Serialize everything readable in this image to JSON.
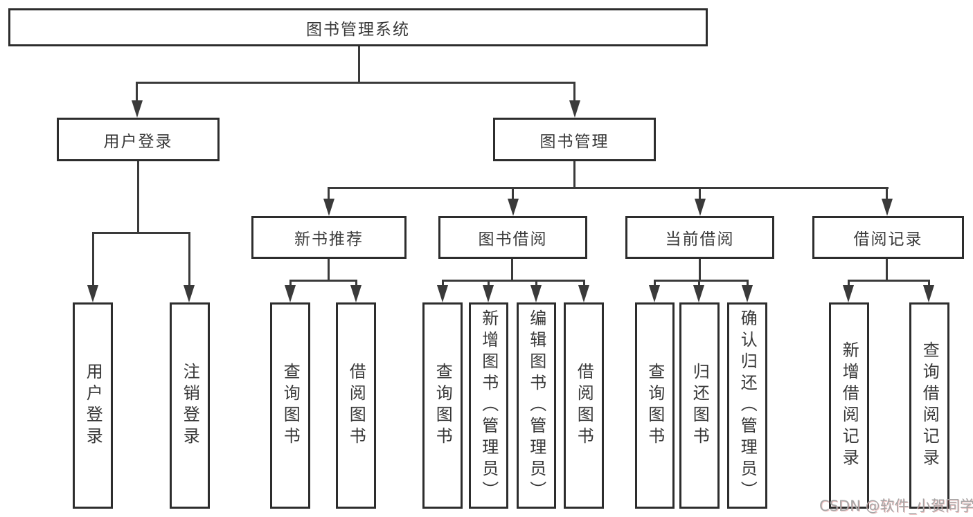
{
  "tree": {
    "label": "图书管理系统",
    "children": [
      {
        "label": "用户登录",
        "children": [
          {
            "label": "用户登录"
          },
          {
            "label": "注销登录"
          }
        ]
      },
      {
        "label": "图书管理",
        "children": [
          {
            "label": "新书推荐",
            "children": [
              {
                "label": "查询图书"
              },
              {
                "label": "借阅图书"
              }
            ]
          },
          {
            "label": "图书借阅",
            "children": [
              {
                "label": "查询图书"
              },
              {
                "label": "新增图书（管理员）"
              },
              {
                "label": "编辑图书（管理员）"
              },
              {
                "label": "借阅图书"
              }
            ]
          },
          {
            "label": "当前借阅",
            "children": [
              {
                "label": "查询图书"
              },
              {
                "label": "归还图书"
              },
              {
                "label": "确认归还（管理员）"
              }
            ]
          },
          {
            "label": "借阅记录",
            "children": [
              {
                "label": "新增借阅记录"
              },
              {
                "label": "查询借阅记录"
              }
            ]
          }
        ]
      }
    ]
  },
  "watermark": {
    "text": "CSDN @软件_小贺同学"
  },
  "colors": {
    "background": "#ffffff",
    "box_border": "#2d2d2d",
    "connector_line": "#3a3a3a",
    "text": "#383838",
    "watermark_text": "#a6a6a6"
  }
}
